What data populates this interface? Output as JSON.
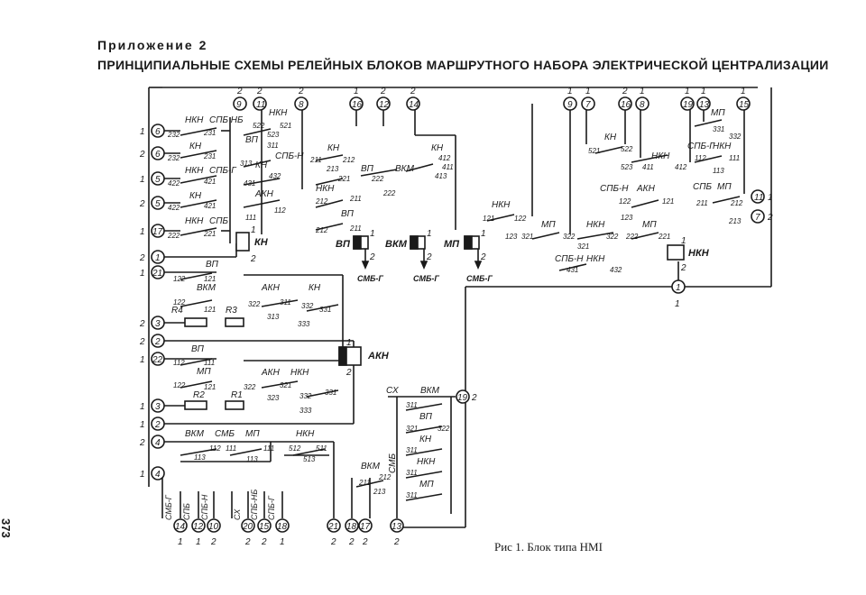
{
  "header": {
    "appendix": "Приложение 2",
    "title": "ПРИНЦИПИАЛЬНЫЕ СХЕМЫ РЕЛЕЙНЫХ БЛОКОВ МАРШРУТНОГО НАБОРА ЭЛЕКТРИЧЕСКОЙ ЦЕНТРАЛИЗАЦИИ"
  },
  "caption": "Рис 1. Блок типа НМI",
  "page_number": "373",
  "relays": {
    "kn": "КН",
    "vp": "ВП",
    "vkm": "ВКМ",
    "mp": "МП",
    "nkn": "НКН",
    "akn": "АКН",
    "smb_g": "СМБ-Г",
    "spb": "СПБ",
    "spb_g": "СПБ-Г",
    "spb_n": "СПБ-Н",
    "spb_nb": "СПБ НБ",
    "smb": "СМБ",
    "sx": "СХ"
  },
  "resistors": {
    "r1": "R1",
    "r2": "R2",
    "r3": "R3",
    "r4": "R4"
  },
  "top_terminals": [
    "9",
    "11",
    "8",
    "16",
    "12",
    "14",
    "9",
    "7",
    "16",
    "8",
    "19",
    "13",
    "15"
  ],
  "top_terminal_marks": [
    "2",
    "2",
    "2",
    "1",
    "2",
    "2",
    "1",
    "1",
    "2",
    "1",
    "1",
    "1",
    "1"
  ],
  "left_terminals": [
    "6",
    "6",
    "5",
    "5",
    "17",
    "1",
    "21",
    "3",
    "2",
    "22",
    "3",
    "2",
    "4",
    "4"
  ],
  "left_terminal_marks": [
    "1",
    "2",
    "1",
    "2",
    "1",
    "2",
    "1",
    "2",
    "2",
    "1",
    "1",
    "1",
    "2",
    "1"
  ],
  "bottom_terminals": [
    "14",
    "12",
    "10",
    "20",
    "15",
    "18",
    "21",
    "18",
    "17",
    "13"
  ],
  "bottom_terminal_marks": [
    "1",
    "1",
    "2",
    "2",
    "2",
    "1",
    "2",
    "2",
    "2",
    "2"
  ],
  "bottom_labels": [
    "СМБ-Г",
    "СПБ",
    "СПБ-Н",
    "СХ",
    "СПБ-НБ",
    "СПБ-Г"
  ],
  "right_terminals": [
    "11",
    "7",
    "1",
    "19"
  ],
  "right_terminal_marks": [
    "1",
    "2",
    "1",
    "2"
  ],
  "contact_numbers": {
    "c232": "232",
    "c231": "231",
    "c422": "422",
    "c421": "421",
    "c222": "222",
    "c221": "221",
    "c522": "522",
    "c523": "523",
    "c521": "521",
    "c311": "311",
    "c313": "313",
    "c431": "431",
    "c432": "432",
    "c111": "111",
    "c112": "112",
    "c113": "113",
    "c211": "211",
    "c212": "212",
    "c213": "213",
    "c411": "411",
    "c412": "412",
    "c413": "413",
    "c121": "121",
    "c122": "122",
    "c123": "123",
    "c321": "321",
    "c322": "322",
    "c323": "323",
    "c331": "331",
    "c332": "332",
    "c333": "333",
    "c511": "511",
    "c512": "512",
    "c513": "513"
  }
}
